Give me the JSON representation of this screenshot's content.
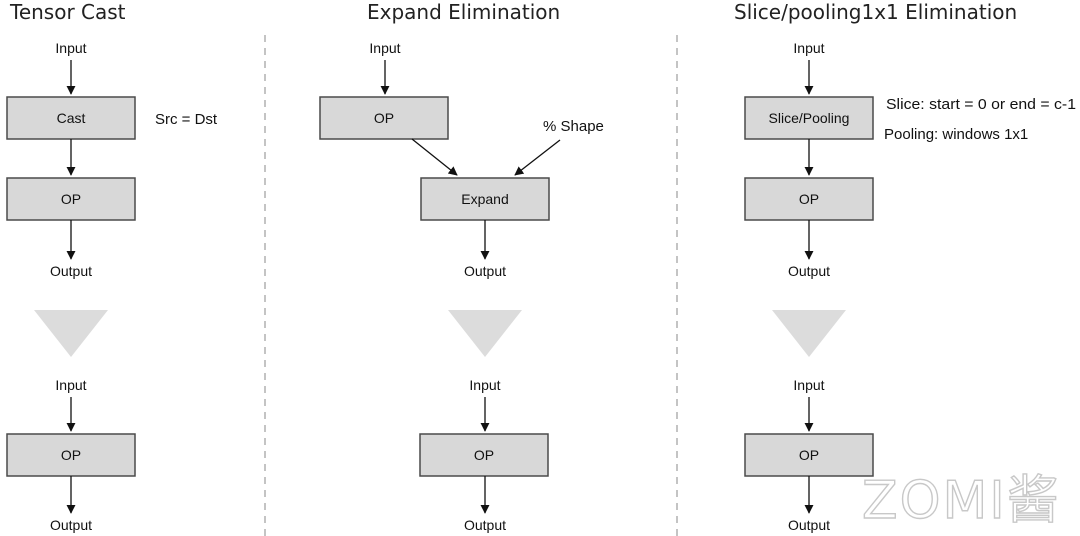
{
  "colors": {
    "box_fill": "#d8d8d8",
    "box_stroke": "#4a4a4a",
    "arrow": "#dcdcdc",
    "divider": "#c4c4c4"
  },
  "panels": {
    "tensor_cast": {
      "title": "Tensor Cast",
      "before": {
        "input": "Input",
        "cast": "Cast",
        "op": "OP",
        "output": "Output",
        "note": "Src = Dst"
      },
      "after": {
        "input": "Input",
        "op": "OP",
        "output": "Output"
      }
    },
    "expand": {
      "title": "Expand Elimination",
      "before": {
        "input": "Input",
        "op": "OP",
        "expand": "Expand",
        "shape": "% Shape",
        "output": "Output"
      },
      "after": {
        "input": "Input",
        "op": "OP",
        "output": "Output"
      }
    },
    "slice": {
      "title": "Slice/pooling1x1 Elimination",
      "before": {
        "input": "Input",
        "slice": "Slice/Pooling",
        "op": "OP",
        "output": "Output",
        "note1": "Slice: start = 0 or end = c-1",
        "note2": "Pooling: windows 1x1"
      },
      "after": {
        "input": "Input",
        "op": "OP",
        "output": "Output"
      }
    }
  },
  "watermark": {
    "text": "ZOMI酱"
  }
}
